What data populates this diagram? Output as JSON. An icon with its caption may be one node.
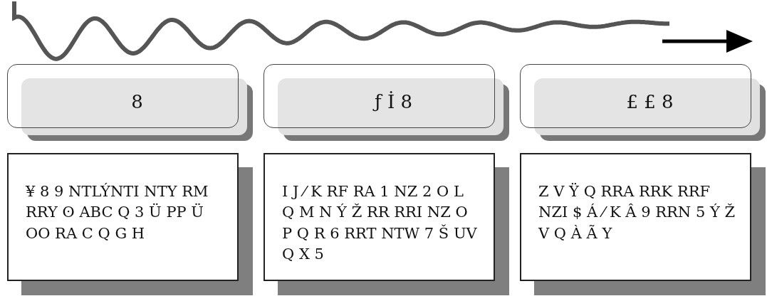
{
  "diagram": {
    "nodes": [
      {
        "text": [
          "8"
        ]
      },
      {
        "text": [
          "ƒ İ 8"
        ]
      },
      {
        "text": [
          "£ £ 8"
        ]
      },
      {
        "text": [
          "¥ 8 9 NTLÝNTI NTY RM RRY ʘ ABC Q 3 Ü PP Ü OO RA C Q G H"
        ]
      },
      {
        "text": [
          "I J ⁄ K RF RA 1 NZ 2 O L Q M N Ý Ž RR RRI NZ O P Q R 6 RRT NTW 7 Š UV Q X 5"
        ]
      },
      {
        "text": [
          "Z V Ÿ Q RRA RRK RRF NZI $ Á ⁄ K Â 9 RRN 5 Ý Ž V Q À Ã Y"
        ]
      }
    ]
  }
}
